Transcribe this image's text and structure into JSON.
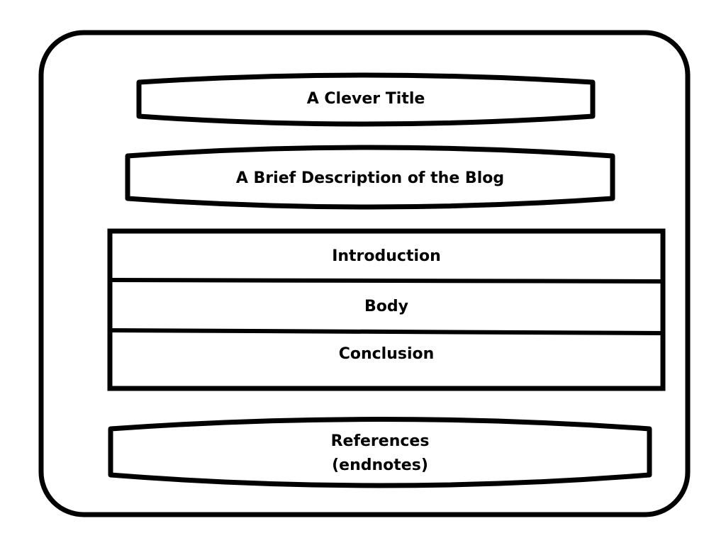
{
  "diagram": {
    "title_shape": {
      "label": "A Clever Title"
    },
    "description_shape": {
      "label": "A Brief Description of the Blog"
    },
    "sections": [
      {
        "label": "Introduction"
      },
      {
        "label": "Body"
      },
      {
        "label": "Conclusion"
      }
    ],
    "references_shape": {
      "line1": "References",
      "line2": "(endnotes)"
    }
  },
  "colors": {
    "stroke": "#000000",
    "background": "#ffffff"
  }
}
